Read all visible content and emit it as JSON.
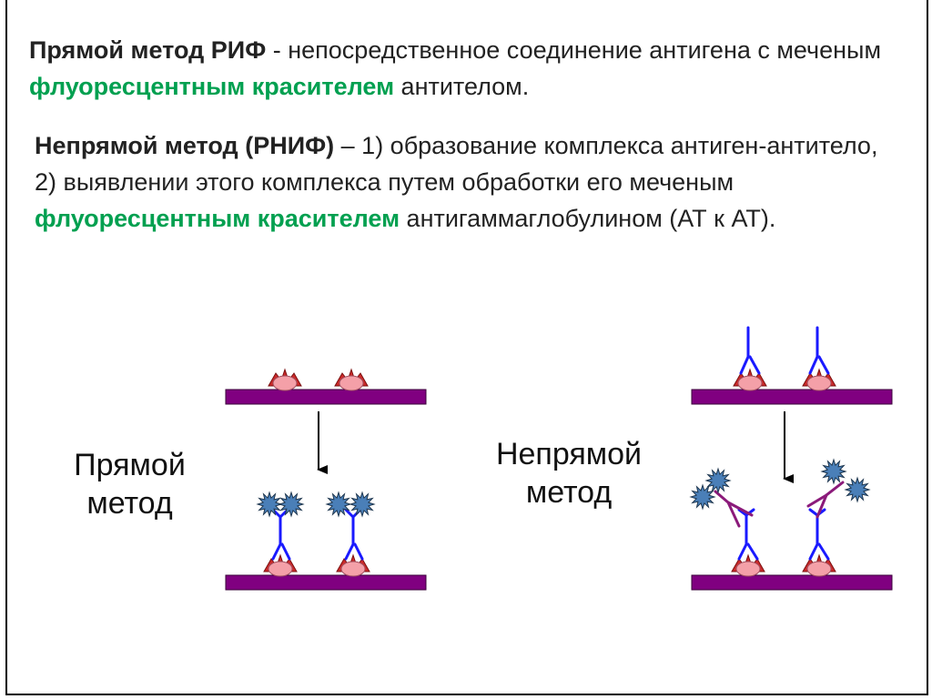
{
  "para1": {
    "bold": "Прямой метод  РИФ",
    "t1": " - непосредственное соединение антигена с меченым ",
    "green": "флуоресцентным красителем",
    "t2": " антителом."
  },
  "para2": {
    "bold": "Непрямой метод  (РНИФ)",
    "t1": " – 1) образование комплекса антиген-антитело, 2) выявлении этого комплекса путем обработки его меченым ",
    "green": "флуоресцентным красителем",
    "t2": " антигаммаглобулином (АТ к АТ)."
  },
  "labels": {
    "direct": "Прямой метод",
    "indirect": "Непрямой метод"
  },
  "colors": {
    "plate": "#800080",
    "antigen": "#f4a0a8",
    "antibody": "#1a1aff",
    "anti_antibody": "#8b1a7a",
    "fluor": "#4a7fb8",
    "highlight": "#00a050"
  }
}
